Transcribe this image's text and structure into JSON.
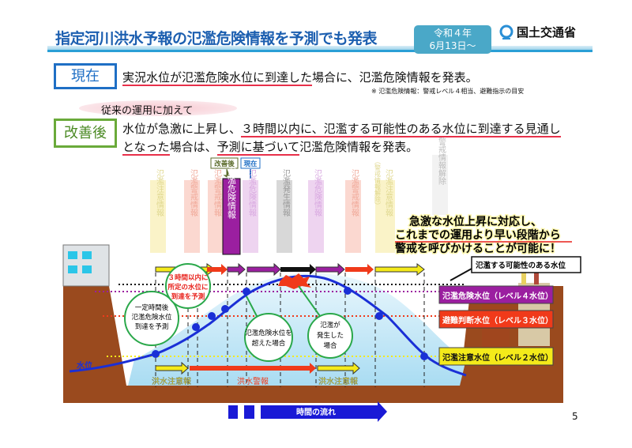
{
  "header": {
    "title": "指定河川洪水予報の氾濫危険情報を予測でも発表",
    "date_line1": "令和４年",
    "date_line2": "6月13日～",
    "ministry": "国土交通省"
  },
  "current": {
    "label": "現在",
    "text_underlined": "実況水位が氾濫危険水位に到達した",
    "text_rest": "場合に、氾濫危険情報を発表。",
    "note": "※ 氾濫危険情報：警戒レベル４相当、避難指示の目安"
  },
  "improved": {
    "preface": "従来の運用に加えて",
    "label": "改善後",
    "line1_a": "水位が急激に上昇し、",
    "line1_b": "３時間以内に、氾濫する可能性のある水位に到達する見通し",
    "line2_a": "となった",
    "line2_b": "場合は、",
    "line2_c": "予測に基づいて",
    "line2_d": "氾濫危険情報を発表。"
  },
  "diagram": {
    "tag_improved": "改善後",
    "tag_current": "現在",
    "bulletins": [
      "氾濫注意情報",
      "氾濫警戒情報",
      "氾濫警戒情報",
      "氾濫危険情報",
      "氾濫危険情報",
      "氾濫発生情報",
      "氾濫危険情報",
      "氾濫警戒情報",
      "氾濫注意情報",
      "警戒情報解除"
    ],
    "bulletin9_sub": "（警戒情報解除）",
    "callout": [
      "急激な水位上昇に対応し、",
      "これまでの運用より早い段階から",
      "警戒を呼びかけることが可能に！"
    ],
    "possible_flood_level": "氾濫する可能性のある水位",
    "levels": [
      "氾濫危険水位（レベル４水位）",
      "避難判断水位（レベル３水位）",
      "氾濫注意水位（レベル２水位）"
    ],
    "bubble_predict": [
      "一定時間後",
      "氾濫危険水位",
      "到達を予測"
    ],
    "bubble_3h": [
      "３時間以内に",
      "所定の水位に",
      "到達を予測"
    ],
    "bubble_exceed": [
      "氾濫危険水位を",
      "超えた場合"
    ],
    "bubble_flood": [
      "氾濫が",
      "発生した",
      "場合"
    ],
    "water_level": "水位",
    "forecasts": [
      "洪水注意報",
      "洪水警報",
      "洪水注意報"
    ],
    "time_flow": "時間の流れ"
  },
  "page_number": "5",
  "colors": {
    "purple": "#9b1fa0",
    "red": "#f03a1a",
    "yellow": "#f4ea1a",
    "blue": "#1a2fd6",
    "ground": "#9a4a1e"
  }
}
